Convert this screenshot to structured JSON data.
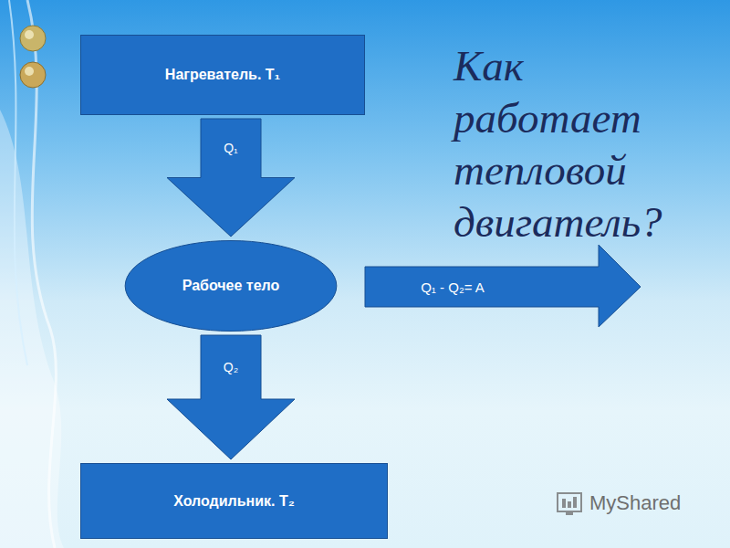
{
  "diagram": {
    "title": "Как работает тепловой двигатель?",
    "nodes": [
      {
        "text": [
          "Нагреватель. T₁"
        ]
      },
      {
        "text": [
          "Рабочее тело"
        ]
      },
      {
        "text": [
          "Холодильник. T₂"
        ]
      }
    ],
    "edges": [
      {
        "from": 0,
        "to": 1,
        "label": "Q₁",
        "arrow": "to"
      },
      {
        "from": 1,
        "to": 2,
        "label": "Q₂",
        "arrow": "to"
      }
    ],
    "labels": [
      "Q₁ - Q₂= A",
      "MyShared"
    ]
  }
}
